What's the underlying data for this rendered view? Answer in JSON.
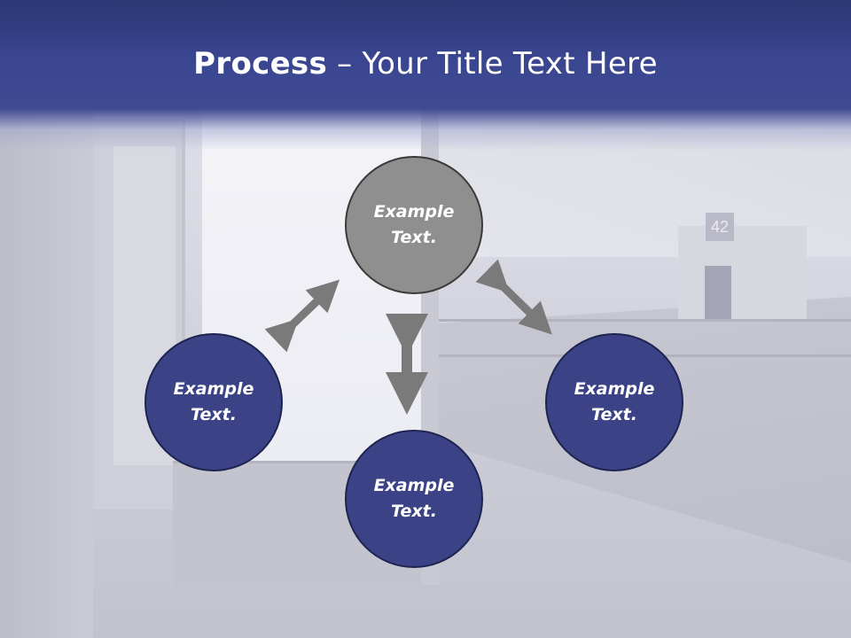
{
  "slide": {
    "title_bold": "Process",
    "title_rest": " – Your Title Text Here",
    "gate_number": "42"
  },
  "diagram": {
    "nodes": [
      {
        "id": "top",
        "label": "Example\nText."
      },
      {
        "id": "left",
        "label": "Example\nText."
      },
      {
        "id": "right",
        "label": "Example\nText."
      },
      {
        "id": "bottom",
        "label": "Example\nText."
      }
    ]
  },
  "colors": {
    "banner": "#3a4690",
    "node_blue": "#3b4386",
    "node_gray": "#8f8f8f",
    "arrow": "#7a7a7a",
    "text": "#ffffff"
  },
  "icons": [
    "double-arrow-icon"
  ]
}
